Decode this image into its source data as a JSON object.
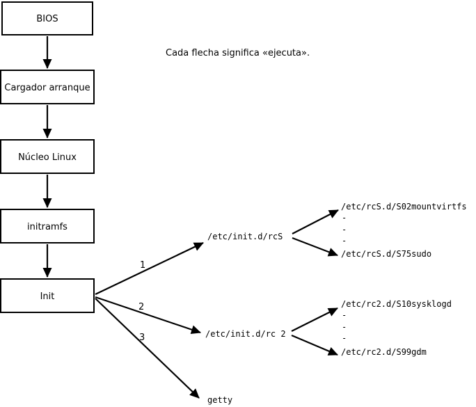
{
  "note": "Cada flecha significa «ejecuta».",
  "chain": [
    {
      "label": "BIOS"
    },
    {
      "label": "Cargador arranque"
    },
    {
      "label": "Núcleo Linux"
    },
    {
      "label": "initramfs"
    },
    {
      "label": "Init"
    }
  ],
  "branches": [
    {
      "number": "1",
      "target": "/etc/init.d/rcS"
    },
    {
      "number": "2",
      "target": "/etc/init.d/rc 2"
    },
    {
      "number": "3",
      "target": "getty"
    }
  ],
  "rcS_scripts": {
    "first": "/etc/rcS.d/S02mountvirtfs",
    "ellipsis": [
      "-",
      "-",
      "-"
    ],
    "last": "/etc/rcS.d/S75sudo"
  },
  "rc2_scripts": {
    "first": "/etc/rc2.d/S10sysklogd",
    "ellipsis": [
      "-",
      "-",
      "-"
    ],
    "last": "/etc/rc2.d/S99gdm"
  },
  "colors": {
    "line": "#000000",
    "background": "#ffffff"
  }
}
